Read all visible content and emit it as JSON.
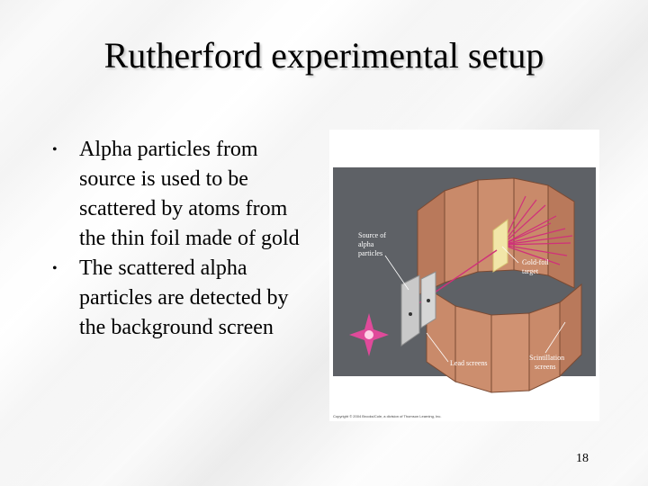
{
  "slide": {
    "title": "Rutherford experimental setup",
    "bullets": [
      "Alpha particles from source is used to be scattered by atoms from the thin foil made of gold",
      "The scattered alpha particles are detected by the background screen"
    ],
    "page_number": "18"
  },
  "figure": {
    "labels": {
      "source": [
        "Source of",
        "alpha",
        "particles"
      ],
      "gold_foil": [
        "Gold-foil",
        "target"
      ],
      "lead_screens": "Lead screens",
      "scintillation": [
        "Scintillation",
        "screens"
      ]
    },
    "copyright": "Copyright © 2004 Brooks/Cole, a division of Thomson Learning, Inc."
  },
  "colors": {
    "figure_background": "#5e6166",
    "screen_panel": "#c98a6a",
    "ray": "#d0307a",
    "source_star": "#e04a9a"
  }
}
